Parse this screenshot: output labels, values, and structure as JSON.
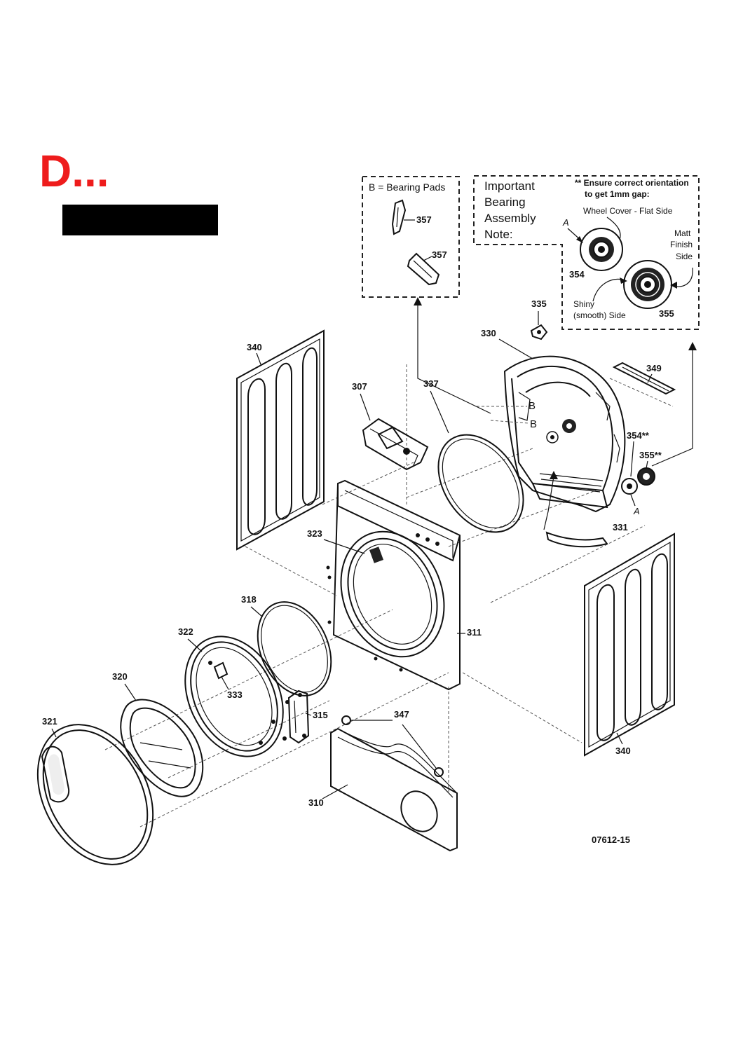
{
  "page": {
    "title": "D...",
    "drawing_number": "07612-15"
  },
  "notes": {
    "bearing_pads": "B = Bearing Pads",
    "important_lines": [
      "Important",
      "Bearing",
      "Assembly",
      "Note:"
    ],
    "orientation_lines": [
      "** Ensure correct orientation",
      "to get 1mm gap:"
    ],
    "wheel_cover": "Wheel Cover - Flat Side",
    "matt_lines": [
      "Matt",
      "Finish",
      "Side"
    ],
    "shiny_lines": [
      "Shiny",
      "(smooth) Side"
    ],
    "letter_a": "A",
    "letter_b": "B"
  },
  "labels": {
    "p357": "357",
    "p354": "354",
    "p355": "355",
    "p335": "335",
    "p330": "330",
    "p349": "349",
    "p340": "340",
    "p307": "307",
    "p337": "337",
    "p354s": "354**",
    "p355s": "355**",
    "p323": "323",
    "p331": "331",
    "p318": "318",
    "p311": "311",
    "p322": "322",
    "p320": "320",
    "p333": "333",
    "p315": "315",
    "p347": "347",
    "p321": "321",
    "p310": "310"
  }
}
